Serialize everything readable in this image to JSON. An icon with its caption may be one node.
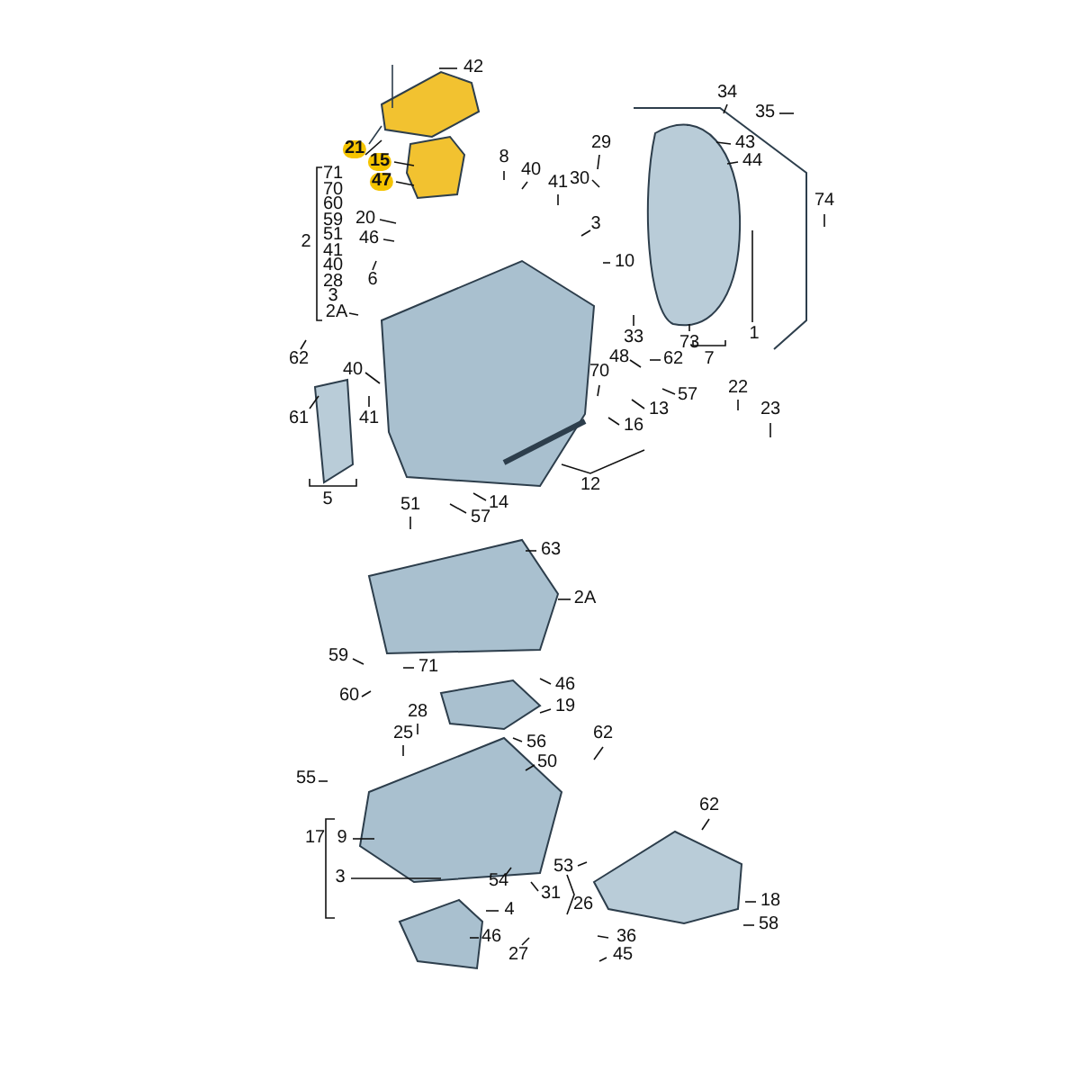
{
  "diagram": {
    "nodes": [
      {
        "text": [
          "42"
        ]
      },
      {
        "text": [
          "34"
        ]
      },
      {
        "text": [
          "35"
        ]
      },
      {
        "text": [
          "43"
        ]
      },
      {
        "text": [
          "21"
        ]
      },
      {
        "text": [
          "15"
        ]
      },
      {
        "text": [
          "8"
        ]
      },
      {
        "text": [
          "44"
        ]
      },
      {
        "text": [
          "40"
        ]
      },
      {
        "text": [
          "41"
        ]
      },
      {
        "text": [
          "29"
        ]
      },
      {
        "text": [
          "30"
        ]
      },
      {
        "text": [
          "47"
        ]
      },
      {
        "text": [
          "74"
        ]
      },
      {
        "text": [
          "20"
        ]
      },
      {
        "text": [
          "3"
        ]
      },
      {
        "text": [
          "46"
        ]
      },
      {
        "text": [
          "10"
        ]
      },
      {
        "text": [
          "6"
        ]
      },
      {
        "text": [
          "2A"
        ]
      },
      {
        "text": [
          "1"
        ]
      },
      {
        "text": [
          "33"
        ]
      },
      {
        "text": [
          "73"
        ]
      },
      {
        "text": [
          "48"
        ]
      },
      {
        "text": [
          "62"
        ]
      },
      {
        "text": [
          "62"
        ]
      },
      {
        "text": [
          "40"
        ]
      },
      {
        "text": [
          "70"
        ]
      },
      {
        "text": [
          "22"
        ]
      },
      {
        "text": [
          "57"
        ]
      },
      {
        "text": [
          "23"
        ]
      },
      {
        "text": [
          "13"
        ]
      },
      {
        "text": [
          "61"
        ]
      },
      {
        "text": [
          "41"
        ]
      },
      {
        "text": [
          "16"
        ]
      },
      {
        "text": [
          "14"
        ]
      },
      {
        "text": [
          "51"
        ]
      },
      {
        "text": [
          "57"
        ]
      },
      {
        "text": [
          "63"
        ]
      },
      {
        "text": [
          "2A"
        ]
      },
      {
        "text": [
          "59"
        ]
      },
      {
        "text": [
          "71"
        ]
      },
      {
        "text": [
          "46"
        ]
      },
      {
        "text": [
          "60"
        ]
      },
      {
        "text": [
          "19"
        ]
      },
      {
        "text": [
          "28"
        ]
      },
      {
        "text": [
          "25"
        ]
      },
      {
        "text": [
          "62"
        ]
      },
      {
        "text": [
          "56"
        ]
      },
      {
        "text": [
          "50"
        ]
      },
      {
        "text": [
          "55"
        ]
      },
      {
        "text": [
          "62"
        ]
      },
      {
        "text": [
          "9"
        ]
      },
      {
        "text": [
          "53"
        ]
      },
      {
        "text": [
          "3"
        ]
      },
      {
        "text": [
          "54"
        ]
      },
      {
        "text": [
          "31"
        ]
      },
      {
        "text": [
          "18"
        ]
      },
      {
        "text": [
          "4"
        ]
      },
      {
        "text": [
          "58"
        ]
      },
      {
        "text": [
          "46"
        ]
      },
      {
        "text": [
          "36"
        ]
      },
      {
        "text": [
          "27"
        ]
      },
      {
        "text": [
          "45"
        ]
      }
    ],
    "edges": [
      {
        "from": 0,
        "to": null,
        "arrow": "none"
      },
      {
        "from": 1,
        "to": null,
        "arrow": "none"
      },
      {
        "from": 2,
        "to": null,
        "arrow": "none"
      },
      {
        "from": 3,
        "to": null,
        "arrow": "none"
      },
      {
        "from": 4,
        "to": null,
        "arrow": "none"
      },
      {
        "from": 5,
        "to": null,
        "arrow": "none"
      },
      {
        "from": 6,
        "to": null,
        "arrow": "none"
      },
      {
        "from": 7,
        "to": null,
        "arrow": "none"
      },
      {
        "from": 8,
        "to": null,
        "arrow": "none"
      },
      {
        "from": 9,
        "to": null,
        "arrow": "none"
      },
      {
        "from": 10,
        "to": null,
        "arrow": "none"
      },
      {
        "from": 11,
        "to": null,
        "arrow": "none"
      },
      {
        "from": 12,
        "to": null,
        "arrow": "none"
      },
      {
        "from": 13,
        "to": null,
        "arrow": "none"
      },
      {
        "from": 14,
        "to": null,
        "arrow": "none"
      },
      {
        "from": 15,
        "to": null,
        "arrow": "none"
      },
      {
        "from": 16,
        "to": null,
        "arrow": "none"
      },
      {
        "from": 17,
        "to": null,
        "arrow": "none"
      },
      {
        "from": 18,
        "to": null,
        "arrow": "none"
      },
      {
        "from": 19,
        "to": null,
        "arrow": "none"
      },
      {
        "from": 20,
        "to": null,
        "arrow": "none"
      },
      {
        "from": 21,
        "to": null,
        "arrow": "none"
      },
      {
        "from": 22,
        "to": null,
        "arrow": "none"
      },
      {
        "from": 23,
        "to": null,
        "arrow": "none"
      },
      {
        "from": 24,
        "to": null,
        "arrow": "none"
      },
      {
        "from": 25,
        "to": null,
        "arrow": "none"
      },
      {
        "from": 26,
        "to": null,
        "arrow": "none"
      },
      {
        "from": 27,
        "to": null,
        "arrow": "none"
      },
      {
        "from": 28,
        "to": null,
        "arrow": "none"
      },
      {
        "from": 29,
        "to": null,
        "arrow": "none"
      },
      {
        "from": 30,
        "to": null,
        "arrow": "none"
      },
      {
        "from": 31,
        "to": null,
        "arrow": "none"
      },
      {
        "from": 32,
        "to": null,
        "arrow": "none"
      },
      {
        "from": 33,
        "to": null,
        "arrow": "none"
      },
      {
        "from": 34,
        "to": null,
        "arrow": "none"
      },
      {
        "from": 35,
        "to": null,
        "arrow": "none"
      },
      {
        "from": 36,
        "to": null,
        "arrow": "none"
      },
      {
        "from": 37,
        "to": null,
        "arrow": "none"
      },
      {
        "from": 38,
        "to": null,
        "arrow": "none"
      },
      {
        "from": 39,
        "to": null,
        "arrow": "none"
      },
      {
        "from": 40,
        "to": null,
        "arrow": "none"
      },
      {
        "from": 41,
        "to": null,
        "arrow": "none"
      },
      {
        "from": 42,
        "to": null,
        "arrow": "none"
      },
      {
        "from": 43,
        "to": null,
        "arrow": "none"
      },
      {
        "from": 44,
        "to": null,
        "arrow": "none"
      },
      {
        "from": 45,
        "to": null,
        "arrow": "none"
      },
      {
        "from": 46,
        "to": null,
        "arrow": "none"
      },
      {
        "from": 47,
        "to": null,
        "arrow": "none"
      },
      {
        "from": 48,
        "to": null,
        "arrow": "none"
      },
      {
        "from": 49,
        "to": null,
        "arrow": "none"
      },
      {
        "from": 50,
        "to": null,
        "arrow": "none"
      },
      {
        "from": 51,
        "to": null,
        "arrow": "none"
      },
      {
        "from": 52,
        "to": null,
        "arrow": "none"
      },
      {
        "from": 53,
        "to": null,
        "arrow": "none"
      },
      {
        "from": 54,
        "to": null,
        "arrow": "none"
      },
      {
        "from": 55,
        "to": null,
        "arrow": "none"
      },
      {
        "from": 56,
        "to": null,
        "arrow": "none"
      },
      {
        "from": 57,
        "to": null,
        "arrow": "none"
      },
      {
        "from": 58,
        "to": null,
        "arrow": "none"
      },
      {
        "from": 59,
        "to": null,
        "arrow": "none"
      },
      {
        "from": 60,
        "to": null,
        "arrow": "none"
      },
      {
        "from": 61,
        "to": null,
        "arrow": "none"
      },
      {
        "from": 62,
        "to": null,
        "arrow": "none"
      },
      {
        "from": 63,
        "to": null,
        "arrow": "none"
      }
    ],
    "labels": [
      "71",
      "70",
      "60",
      "59",
      "2",
      "51",
      "41",
      "40",
      "28",
      "3",
      "7",
      "5",
      "12",
      "17",
      "26"
    ]
  }
}
